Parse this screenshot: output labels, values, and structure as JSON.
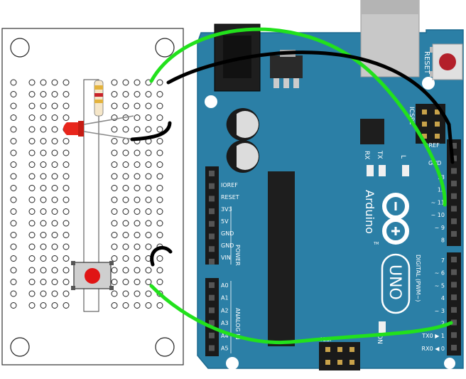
{
  "colors": {
    "board_blue": "#2b7fa6",
    "board_edge": "#1d6a8f",
    "breadboard": "#ffffff",
    "wire_green": "#22e11c",
    "wire_black": "#000000",
    "led_red": "#e8261c",
    "button_red": "#e01414",
    "reset_red": "#b3202a",
    "header_black": "#1a1a1a"
  },
  "icons": {
    "logo": "arduino-infinity-logo"
  },
  "labels": {
    "reset": "RESET",
    "icsp2": "ICSP2",
    "aref": "AREF",
    "gnd": "GND",
    "rx": "RX",
    "tx": "TX",
    "l": "L",
    "arduino": "Arduino",
    "tm": "TM",
    "uno": "UNO",
    "digital": "DIGITAL (PWM~)",
    "icsp": "ICSP",
    "on": "ON",
    "power": "POWER",
    "analog_in": "ANALOG IN",
    "power_pins": [
      "IOREF",
      "RESET",
      "3V3",
      "5V",
      "GND",
      "GND",
      "VIN"
    ],
    "analog_pins": [
      "A0",
      "A1",
      "A2",
      "A3",
      "A4",
      "A5"
    ],
    "digital_upper": [
      "13",
      "12",
      "~ 11",
      "~ 10",
      "~ 9",
      "8"
    ],
    "digital_lower": [
      "7",
      "~ 6",
      "~ 5",
      "4",
      "~ 3",
      "2",
      "TX0 ▶ 1",
      "RX0 ◀ 0"
    ]
  }
}
